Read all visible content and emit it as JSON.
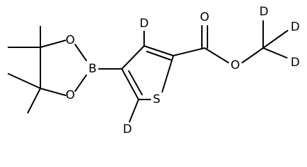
{
  "atoms": {
    "d_ring_top": "D",
    "d_ring_bottom": "D",
    "d_methyl_top": "D",
    "d_methyl_right": "D",
    "d_methyl_bottom": "D",
    "o_carbonyl": "O",
    "o_ester": "O",
    "sulfur": "S",
    "boron": "B",
    "o_boronate_top": "O",
    "o_boronate_bottom": "O"
  }
}
